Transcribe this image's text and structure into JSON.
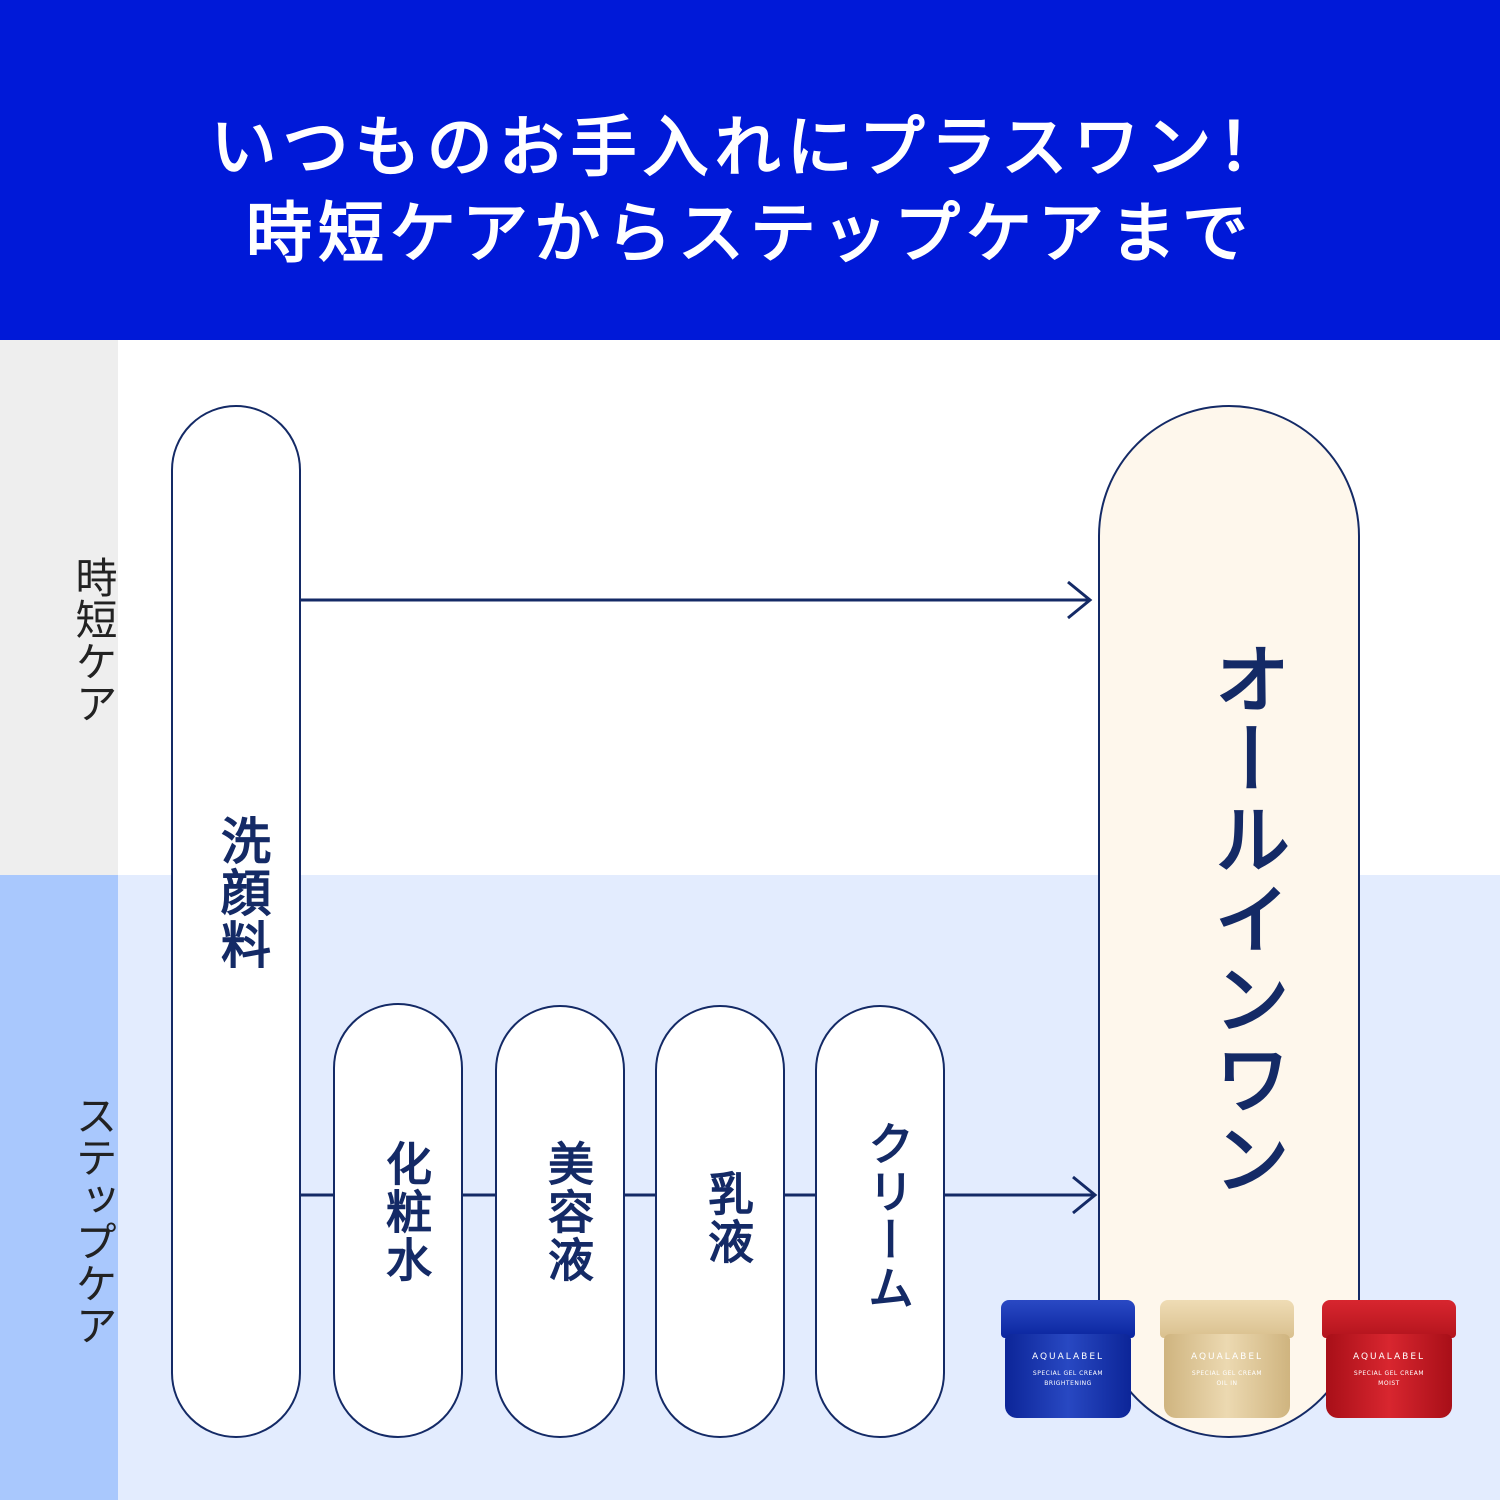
{
  "header": {
    "line1": "いつものお手入れにプラスワン！",
    "line2": "時短ケアからステップケアまで"
  },
  "side": {
    "top_label": "時短ケア",
    "bottom_label": "ステップケア"
  },
  "steps": {
    "facewash": "洗顔料",
    "lotion": "化粧水",
    "serum": "美容液",
    "milk": "乳液",
    "cream": "クリーム",
    "allinone": "オールインワン"
  },
  "products": [
    {
      "brand": "AQUALABEL",
      "line": "SPECIAL GEL CREAM",
      "variant": "BRIGHTENING"
    },
    {
      "brand": "AQUALABEL",
      "line": "SPECIAL GEL CREAM",
      "variant": "OIL IN"
    },
    {
      "brand": "AQUALABEL",
      "line": "SPECIAL GEL CREAM",
      "variant": "MOIST"
    }
  ],
  "colors": {
    "header_bg": "#0019d8",
    "navy": "#142a66",
    "step_band": "#e3ecfe",
    "step_side": "#a9c8fd",
    "quick_side": "#eeeeee",
    "allinone_fill": "#fef7ec"
  }
}
